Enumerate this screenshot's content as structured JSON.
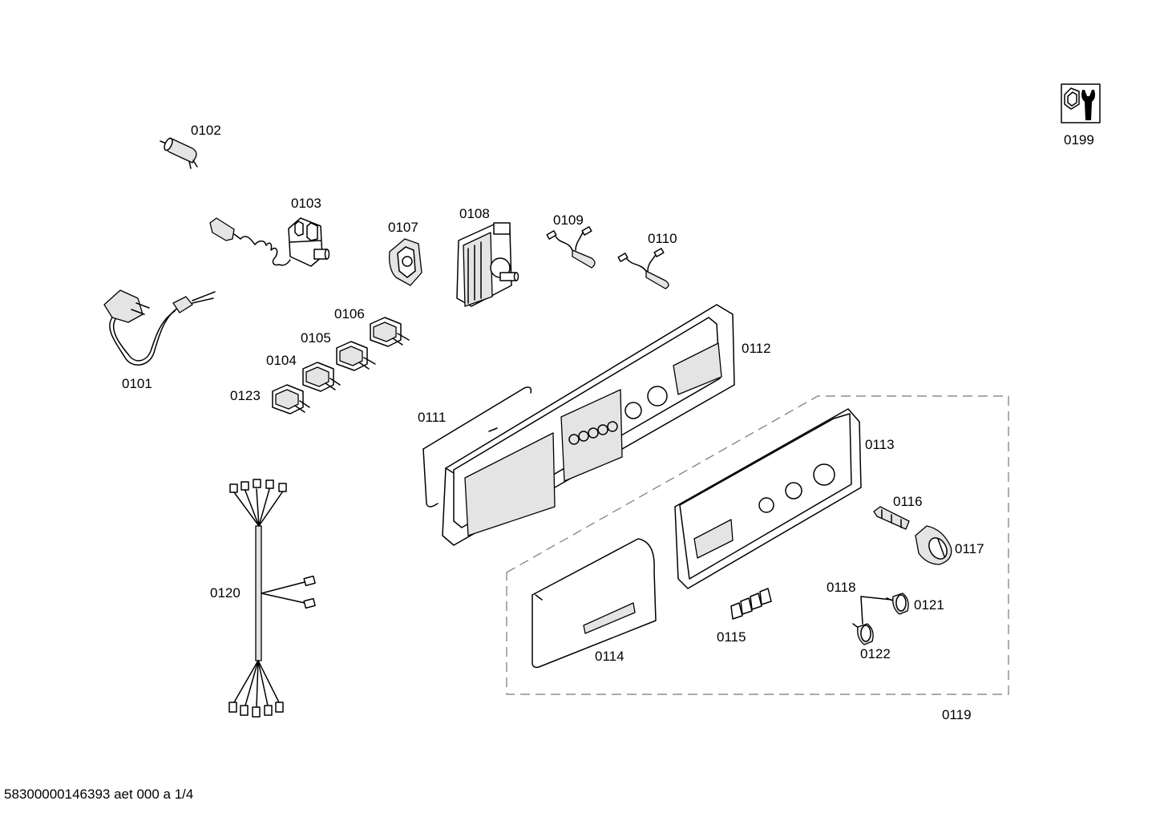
{
  "parts": [
    {
      "key": "p0101",
      "label": "0101"
    },
    {
      "key": "p0102",
      "label": "0102"
    },
    {
      "key": "p0103",
      "label": "0103"
    },
    {
      "key": "p0104",
      "label": "0104"
    },
    {
      "key": "p0105",
      "label": "0105"
    },
    {
      "key": "p0106",
      "label": "0106"
    },
    {
      "key": "p0107",
      "label": "0107"
    },
    {
      "key": "p0108",
      "label": "0108"
    },
    {
      "key": "p0109",
      "label": "0109"
    },
    {
      "key": "p0110",
      "label": "0110"
    },
    {
      "key": "p0111",
      "label": "0111"
    },
    {
      "key": "p0112",
      "label": "0112"
    },
    {
      "key": "p0113",
      "label": "0113"
    },
    {
      "key": "p0114",
      "label": "0114"
    },
    {
      "key": "p0115",
      "label": "0115"
    },
    {
      "key": "p0116",
      "label": "0116"
    },
    {
      "key": "p0117",
      "label": "0117"
    },
    {
      "key": "p0118",
      "label": "0118"
    },
    {
      "key": "p0119",
      "label": "0119"
    },
    {
      "key": "p0120",
      "label": "0120"
    },
    {
      "key": "p0121",
      "label": "0121"
    },
    {
      "key": "p0122",
      "label": "0122"
    },
    {
      "key": "p0123",
      "label": "0123"
    },
    {
      "key": "p0199",
      "label": "0199"
    }
  ],
  "footer": "58300000146393 aet 000 a 1/4",
  "icons": {
    "service_icon": "wrench-nut-icon"
  }
}
